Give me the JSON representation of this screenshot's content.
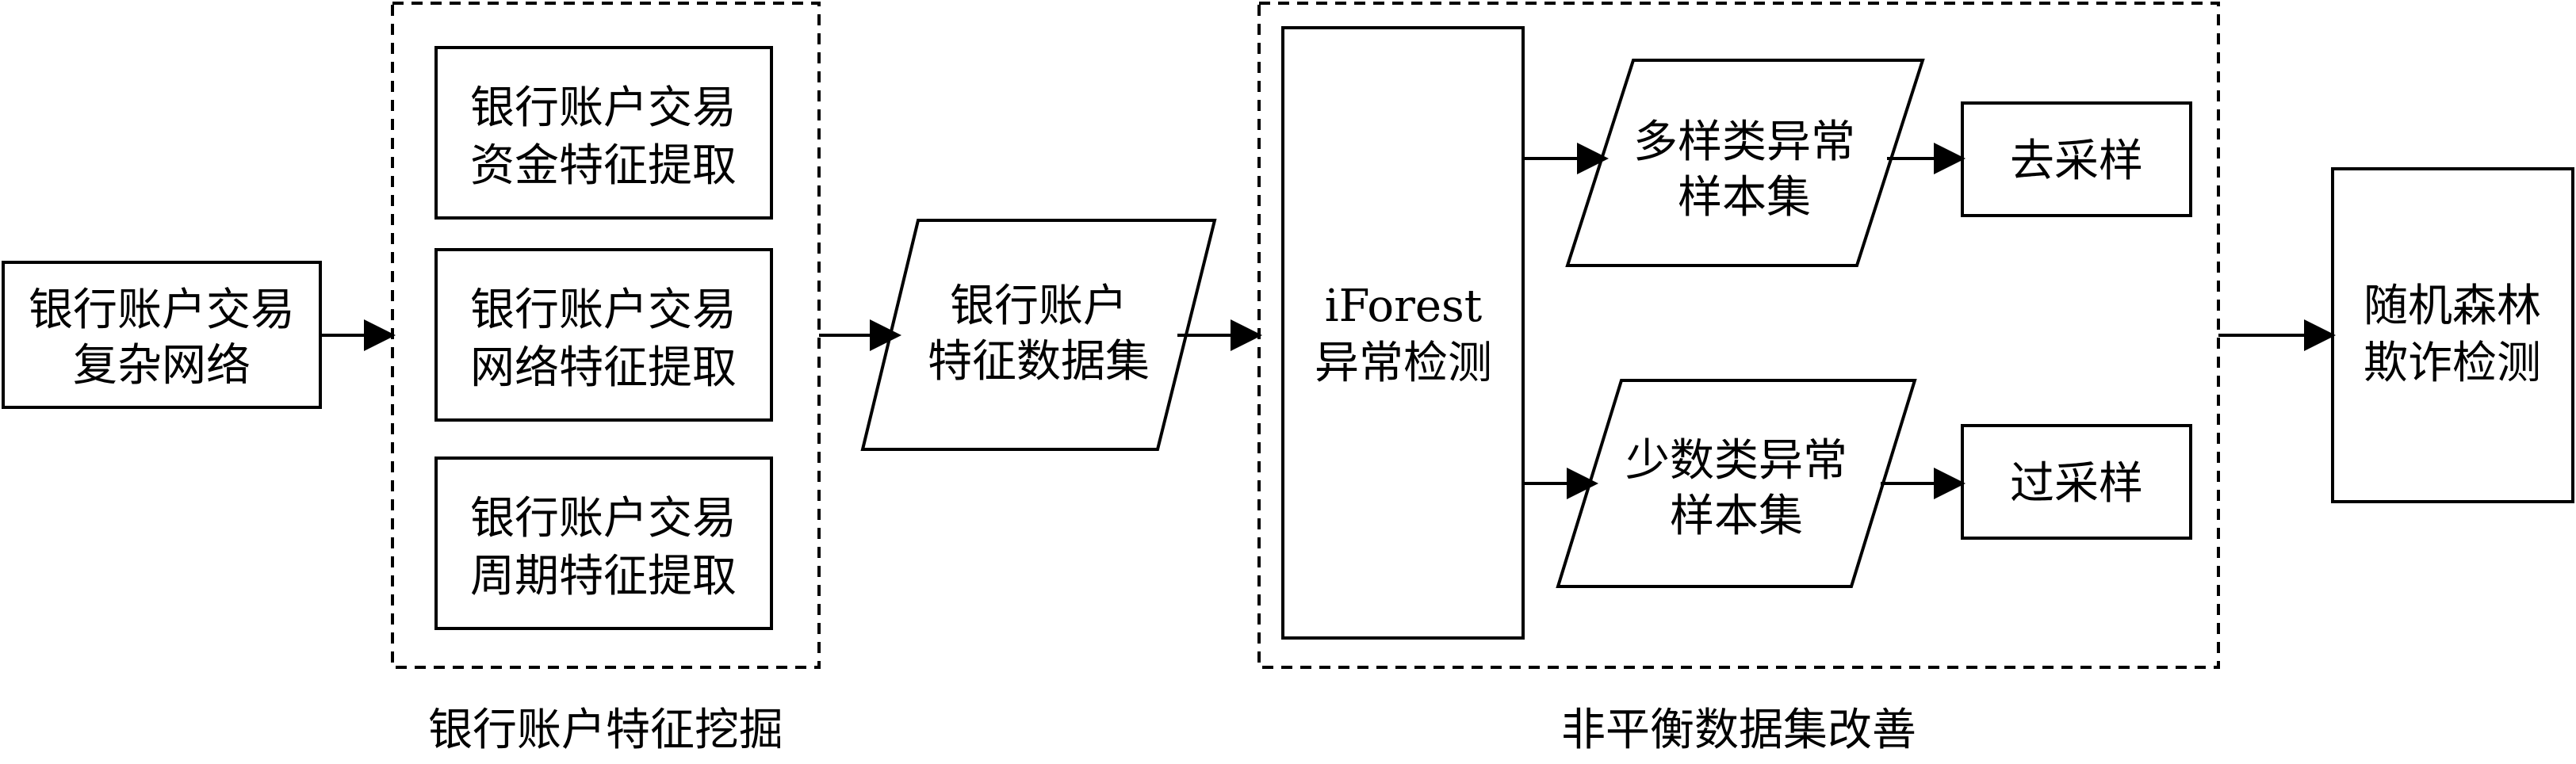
{
  "diagram": {
    "nodes": {
      "network": {
        "lines": [
          "银行账户交易",
          "复杂网络"
        ]
      },
      "fund_feat": {
        "lines": [
          "银行账户交易",
          "资金特征提取"
        ]
      },
      "net_feat": {
        "lines": [
          "银行账户交易",
          "网络特征提取"
        ]
      },
      "period_feat": {
        "lines": [
          "银行账户交易",
          "周期特征提取"
        ]
      },
      "feature_set": {
        "lines": [
          "银行账户",
          "特征数据集"
        ]
      },
      "iforest": {
        "lines": [
          "iForest",
          "异常检测"
        ]
      },
      "majority": {
        "lines": [
          "多样类异常",
          "样本集"
        ]
      },
      "minority": {
        "lines": [
          "少数类异常",
          "样本集"
        ]
      },
      "undersample": {
        "lines": [
          "去采样"
        ]
      },
      "oversample": {
        "lines": [
          "过采样"
        ]
      },
      "rf": {
        "lines": [
          "随机森林",
          "欺诈检测"
        ]
      }
    },
    "groups": {
      "mining": {
        "label": "银行账户特征挖掘"
      },
      "balance": {
        "label": "非平衡数据集改善"
      }
    },
    "colors": {
      "stroke": "#000000",
      "fill": "#ffffff"
    }
  }
}
